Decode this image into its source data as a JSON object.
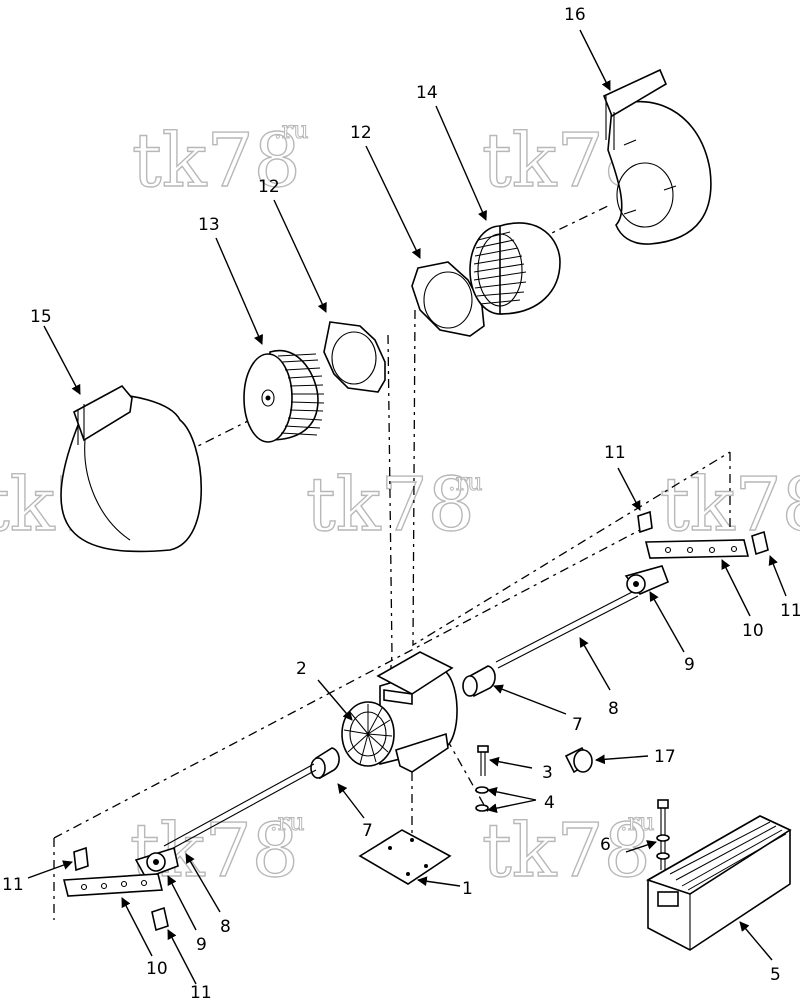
{
  "watermark": {
    "main": "tk78",
    "suffix": ".ru"
  },
  "callouts": {
    "c1": "1",
    "c2": "2",
    "c3": "3",
    "c4": "4",
    "c5": "5",
    "c6": "6",
    "c7a": "7",
    "c7b": "7",
    "c8a": "8",
    "c8b": "8",
    "c9a": "9",
    "c9b": "9",
    "c10a": "10",
    "c10b": "10",
    "c11a": "11",
    "c11b": "11",
    "c11c": "11",
    "c11d": "11",
    "c12a": "12",
    "c12b": "12",
    "c13": "13",
    "c14": "14",
    "c15": "15",
    "c16": "16",
    "c17": "17"
  }
}
